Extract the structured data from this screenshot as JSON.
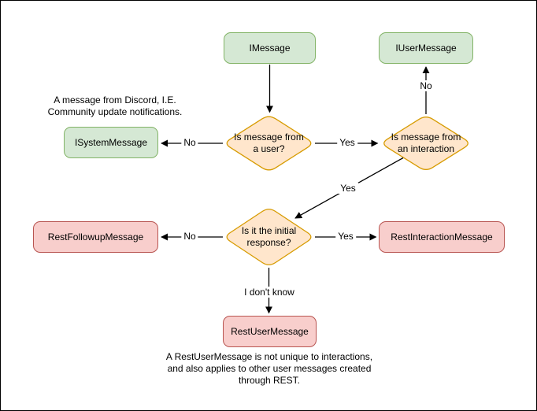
{
  "diagram": {
    "nodes": {
      "imessage": {
        "label": "IMessage"
      },
      "iusermessage": {
        "label": "IUserMessage"
      },
      "isystemmessage": {
        "label": "ISystemMessage"
      },
      "restfollowupmessage": {
        "label": "RestFollowupMessage"
      },
      "restinteractionmessage": {
        "label": "RestInteractionMessage"
      },
      "restusermessage": {
        "label": "RestUserMessage"
      }
    },
    "decisions": {
      "is_from_user": {
        "label": "Is message from\na user?"
      },
      "is_from_interaction": {
        "label": "Is message from\nan interaction"
      },
      "is_initial_response": {
        "label": "Is it the initial\nresponse?"
      }
    },
    "edge_labels": {
      "user_no": "No",
      "user_yes": "Yes",
      "interaction_no": "No",
      "interaction_yes": "Yes",
      "initial_no": "No",
      "initial_yes": "Yes",
      "initial_idk": "I don't know"
    },
    "captions": {
      "system_note": "A message from Discord, I.E.\nCommunity update notifications.",
      "rest_note": "A RestUserMessage is not unique to interactions,\nand also applies to other user messages created\nthrough REST."
    },
    "colors": {
      "green_fill": "#d5e8d4",
      "green_stroke": "#82b366",
      "orange_fill": "#ffe6cc",
      "orange_stroke": "#d79b00",
      "red_fill": "#f8cecc",
      "red_stroke": "#b85450",
      "connector": "#000000"
    }
  }
}
